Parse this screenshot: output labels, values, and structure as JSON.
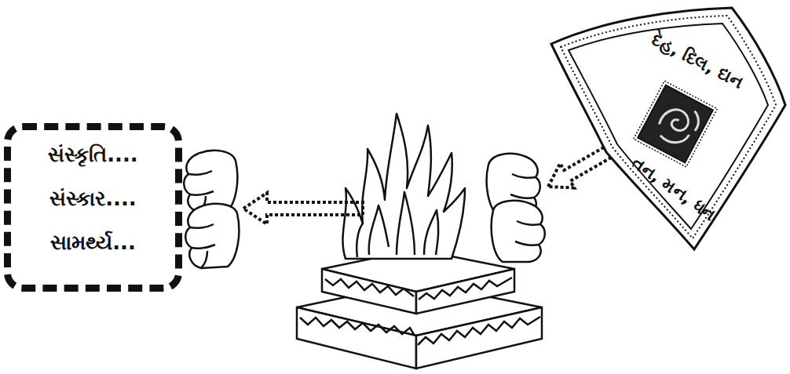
{
  "diagram": {
    "nodes": [
      {
        "text": [
          "સંસ્કૃતિ....",
          "સંસ્કાર....",
          "સામર્થ્ય..."
        ]
      },
      {
        "text": [
          "દેહ, દિલ, દાન",
          "તન, મન, ધન"
        ]
      }
    ]
  }
}
